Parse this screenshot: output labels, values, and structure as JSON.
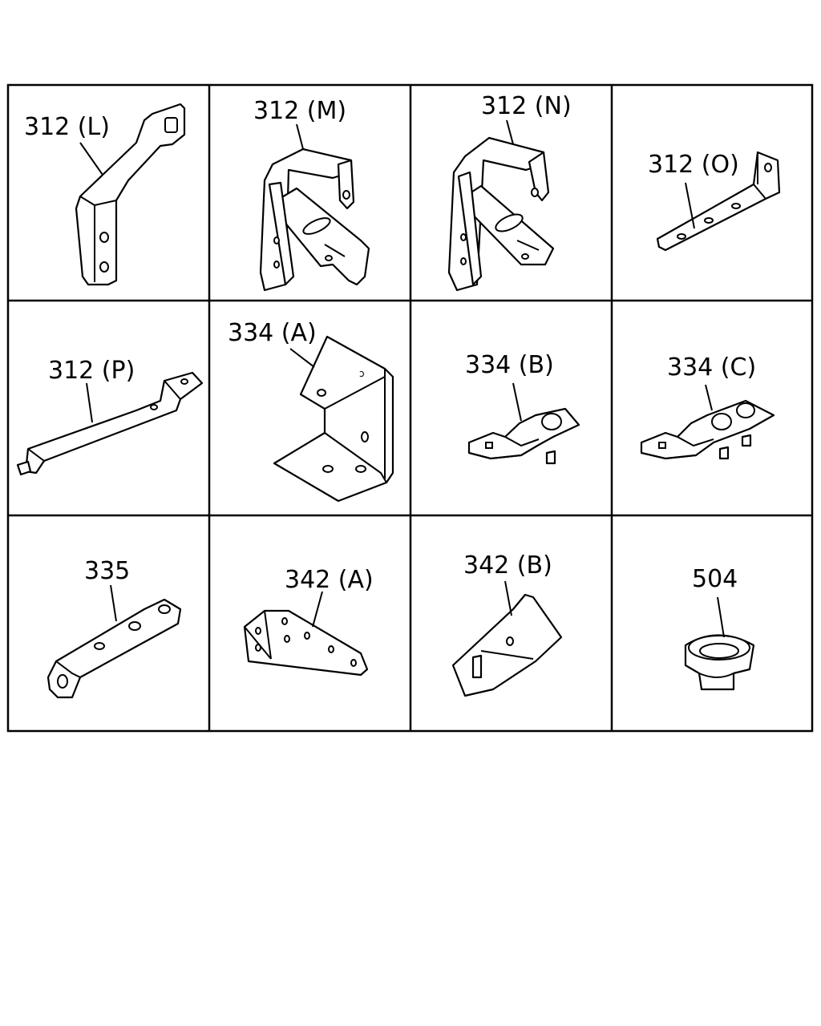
{
  "parts": [
    {
      "label": "312 (L)"
    },
    {
      "label": "312 (M)"
    },
    {
      "label": "312 (N)"
    },
    {
      "label": "312 (O)"
    },
    {
      "label": "312 (P)"
    },
    {
      "label": "334 (A)"
    },
    {
      "label": "334 (B)"
    },
    {
      "label": "334 (C)"
    },
    {
      "label": "335"
    },
    {
      "label": "342 (A)"
    },
    {
      "label": "342 (B)"
    },
    {
      "label": "504"
    }
  ]
}
